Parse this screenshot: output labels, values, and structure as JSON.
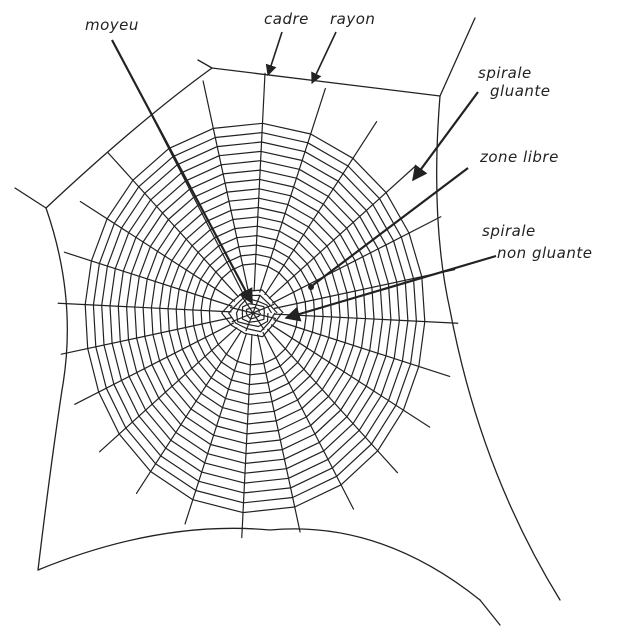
{
  "colors": {
    "ink": "#222222",
    "background": "#ffffff"
  },
  "labels": {
    "hub": "moyeu",
    "frame": "cadre",
    "radius": "rayon",
    "sticky_spiral_line1": "spirale",
    "sticky_spiral_line2": "gluante",
    "free_zone": "zone libre",
    "nonsticky_spiral_line1": "spirale",
    "nonsticky_spiral_line2": "non gluante"
  }
}
